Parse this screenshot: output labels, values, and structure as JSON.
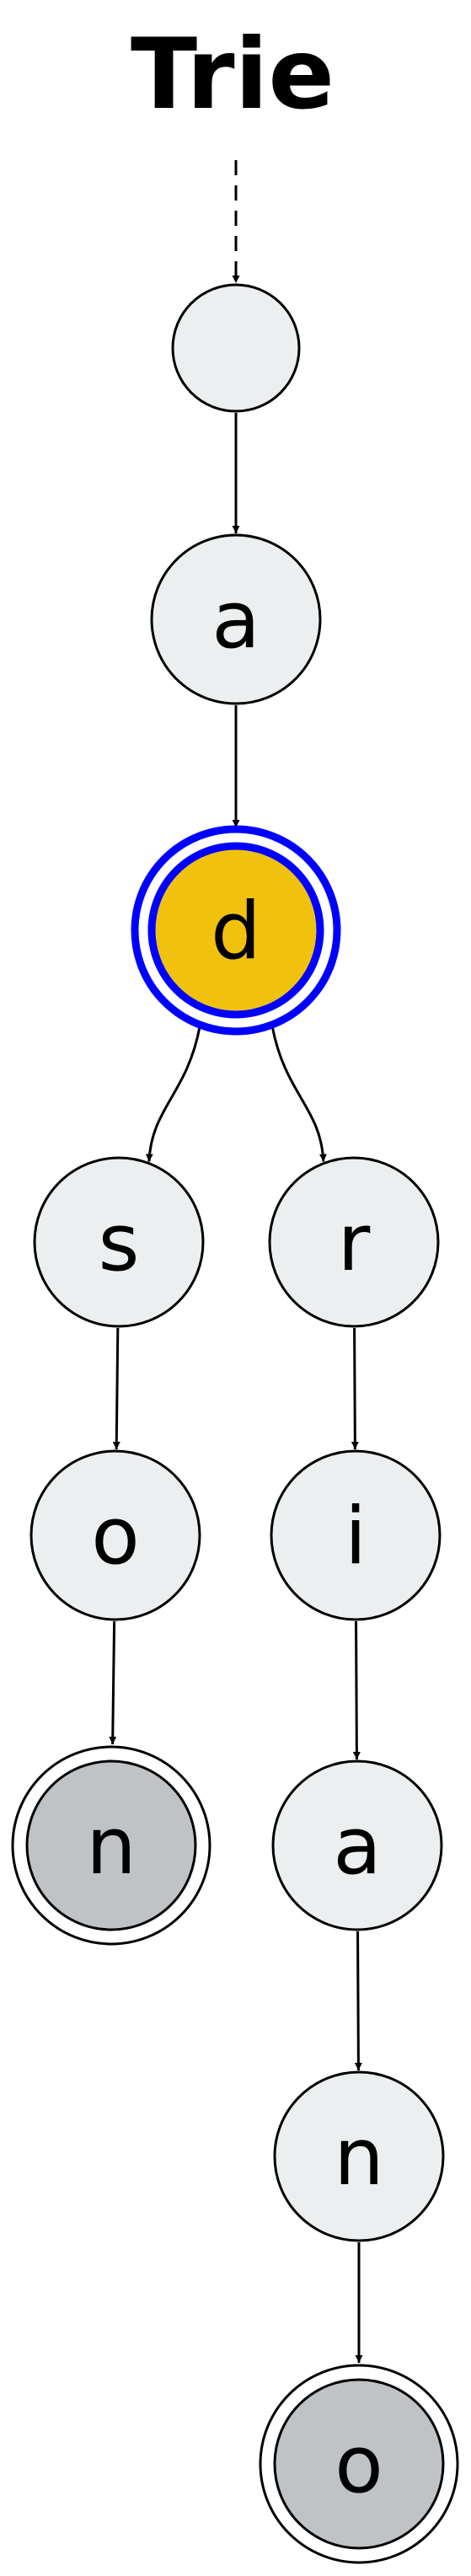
{
  "title": "Trie",
  "colors": {
    "node_fill": "#eceff0",
    "terminal_fill": "#bfc3c6",
    "highlight_fill": "#f0c20e",
    "highlight_stroke": "#0000ff",
    "edge": "#000000"
  },
  "nodes": [
    {
      "id": "root",
      "label": "",
      "kind": "normal"
    },
    {
      "id": "a1",
      "label": "a",
      "kind": "normal"
    },
    {
      "id": "d",
      "label": "d",
      "kind": "highlight"
    },
    {
      "id": "s",
      "label": "s",
      "kind": "normal"
    },
    {
      "id": "r",
      "label": "r",
      "kind": "normal"
    },
    {
      "id": "o1",
      "label": "o",
      "kind": "normal"
    },
    {
      "id": "i",
      "label": "i",
      "kind": "normal"
    },
    {
      "id": "n1",
      "label": "n",
      "kind": "terminal"
    },
    {
      "id": "a2",
      "label": "a",
      "kind": "normal"
    },
    {
      "id": "n2",
      "label": "n",
      "kind": "normal"
    },
    {
      "id": "o2",
      "label": "o",
      "kind": "terminal"
    }
  ],
  "edges": [
    {
      "from": "title",
      "to": "root",
      "style": "dashed"
    },
    {
      "from": "root",
      "to": "a1",
      "style": "solid"
    },
    {
      "from": "a1",
      "to": "d",
      "style": "solid"
    },
    {
      "from": "d",
      "to": "s",
      "style": "solid"
    },
    {
      "from": "d",
      "to": "r",
      "style": "solid"
    },
    {
      "from": "s",
      "to": "o1",
      "style": "solid"
    },
    {
      "from": "o1",
      "to": "n1",
      "style": "solid"
    },
    {
      "from": "r",
      "to": "i",
      "style": "solid"
    },
    {
      "from": "i",
      "to": "a2",
      "style": "solid"
    },
    {
      "from": "a2",
      "to": "n2",
      "style": "solid"
    },
    {
      "from": "n2",
      "to": "o2",
      "style": "solid"
    }
  ]
}
